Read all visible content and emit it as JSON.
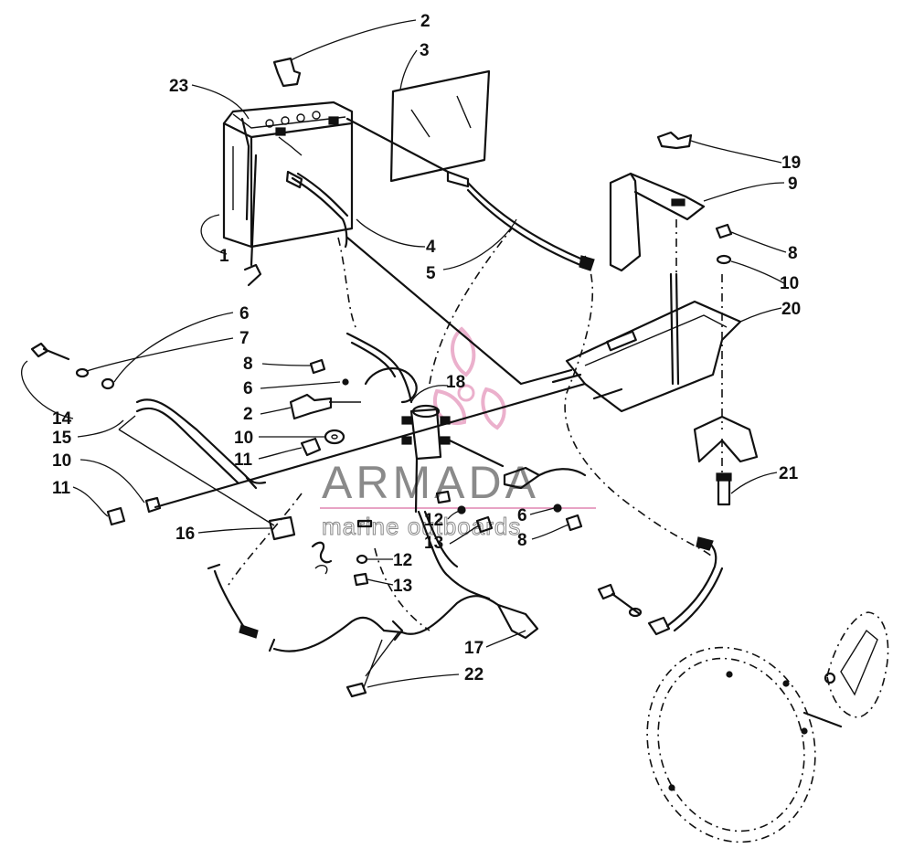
{
  "watermark": {
    "brand": "ARMADA",
    "tagline": "marine outboards",
    "logo_color": "#e8a3c4",
    "text_color": "#8a8a8a"
  },
  "callouts": {
    "c1": "1",
    "c2_top": "2",
    "c2_mid": "2",
    "c3": "3",
    "c4": "4",
    "c5": "5",
    "c6_left": "6",
    "c6_mid": "6",
    "c6_right": "6",
    "c7": "7",
    "c8_left": "8",
    "c8_upper_right": "8",
    "c8_lower_right": "8",
    "c9": "9",
    "c10_upper_right": "10",
    "c10_mid": "10",
    "c10_left": "10",
    "c11_mid": "11",
    "c11_left": "11",
    "c12_right": "12",
    "c12_low": "12",
    "c13_right": "13",
    "c13_low": "13",
    "c14": "14",
    "c15": "15",
    "c16": "16",
    "c17": "17",
    "c18": "18",
    "c19": "19",
    "c20": "20",
    "c21": "21",
    "c22": "22",
    "c23": "23"
  }
}
